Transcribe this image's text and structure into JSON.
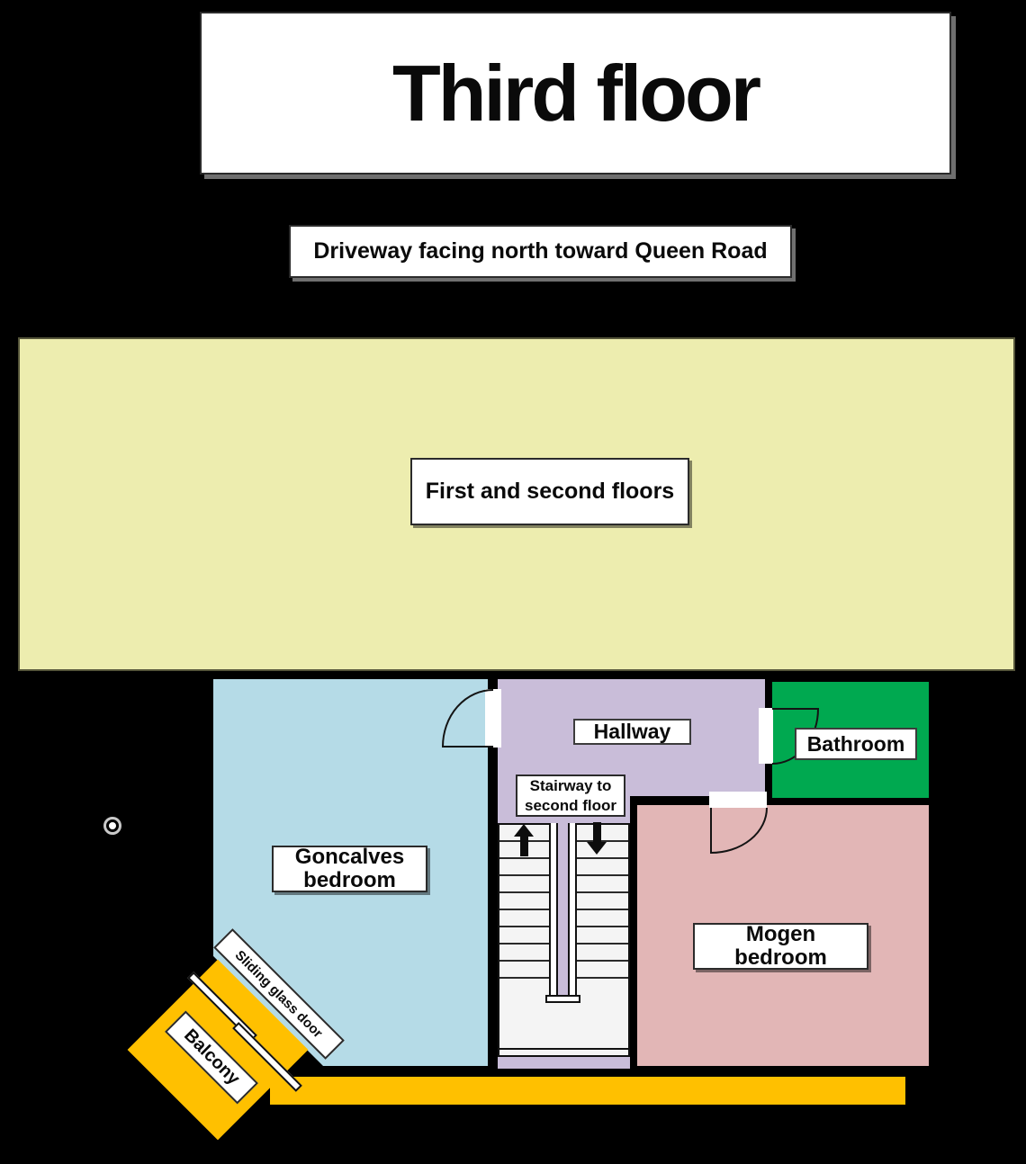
{
  "title": "Third floor",
  "driveway_label": "Driveway facing north toward Queen Road",
  "upper_floors": {
    "label": "First and second floors"
  },
  "rooms": {
    "goncalves": {
      "label": "Goncalves\nbedroom"
    },
    "hallway": {
      "label": "Hallway"
    },
    "bathroom": {
      "label": "Bathroom"
    },
    "mogen": {
      "label": "Mogen\nbedroom"
    },
    "stairway": {
      "label": "Stairway to\nsecond floor"
    },
    "balcony": {
      "label": "Balcony"
    },
    "sliding_door": {
      "label": "Sliding glass door"
    }
  },
  "icons": {
    "marker": "bullseye-marker-icon",
    "stairs_up": "up-arrow-icon",
    "stairs_down": "down-arrow-icon"
  },
  "colors": {
    "background": "#000000",
    "upper_floors_fill": "#EDEDAF",
    "goncalves_fill": "#B5DBE7",
    "hallway_fill": "#C9BDD9",
    "bathroom_fill": "#00A950",
    "mogen_fill": "#E2B6B6",
    "balcony_fill": "#FFC000",
    "walkway_fill": "#FFC000",
    "stairs_fill": "#F4F4F4",
    "label_bg": "#FFFFFF",
    "line": "#111111"
  }
}
